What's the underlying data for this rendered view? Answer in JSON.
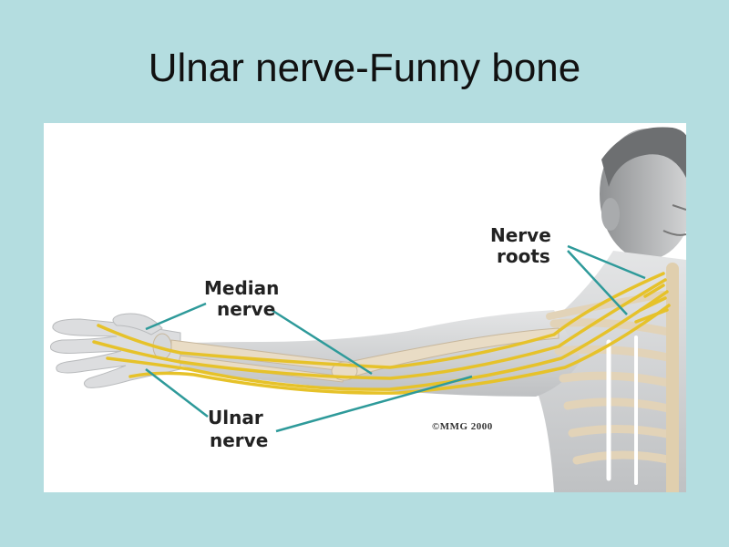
{
  "slide": {
    "title": "Ulnar nerve-Funny bone"
  },
  "figure": {
    "labels": {
      "median_line1": "Median",
      "median_line2": "nerve",
      "ulnar_line1": "Ulnar",
      "ulnar_line2": "nerve",
      "roots_line1": "Nerve",
      "roots_line2": "roots"
    },
    "copyright": "©MMG 2000",
    "colors": {
      "nerve": "#e6c22a",
      "leader": "#2e9a9a",
      "skin": "#d9dadb",
      "bone": "#e6d9c2",
      "background": "#b4dde0"
    }
  }
}
